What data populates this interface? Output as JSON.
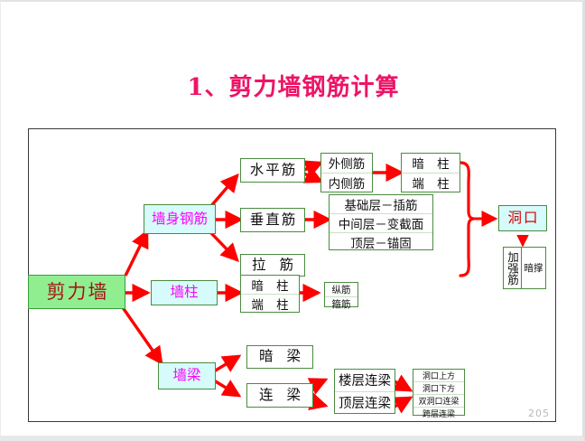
{
  "slide": {
    "title": "1、剪力墙钢筋计算",
    "page_number": "205",
    "accent_color": "#ee1366",
    "arrow_color": "#ff0000",
    "node_border_color": "#4a8c3f",
    "root_fill": "#90ee90",
    "branch_fill": "#d6fbfb"
  },
  "nodes": {
    "root": "剪力墙",
    "wall_body_rebar": "墙身钢筋",
    "wall_column": "墙柱",
    "wall_beam": "墙梁",
    "horizontal_rebar": "水平筋",
    "vertical_rebar": "垂直筋",
    "tie_rebar": "拉 筋",
    "outer_rebar": "外侧筋",
    "inner_rebar": "内侧筋",
    "hidden_column_1": "暗 柱",
    "end_column_1": "端 柱",
    "hidden_column_2": "暗 柱",
    "end_column_2": "端 柱",
    "longitudinal_rebar": "纵筋",
    "stirrup_rebar": "箍筋",
    "foundation_layer": "基础层－插筋",
    "middle_layer": "中间层－变截面",
    "top_layer": "顶层－锚固",
    "opening": "洞口",
    "strengthen_rebar": "加强筋",
    "hidden_brace": "暗撑",
    "hidden_beam": "暗 梁",
    "coupling_beam": "连 梁",
    "floor_coupling_beam": "楼层连梁",
    "top_coupling_beam": "顶层连梁",
    "above_opening": "洞口上方",
    "below_opening": "洞口下方",
    "double_opening_beam": "双洞口连梁",
    "cross_layer_beam": "跨层连梁"
  }
}
